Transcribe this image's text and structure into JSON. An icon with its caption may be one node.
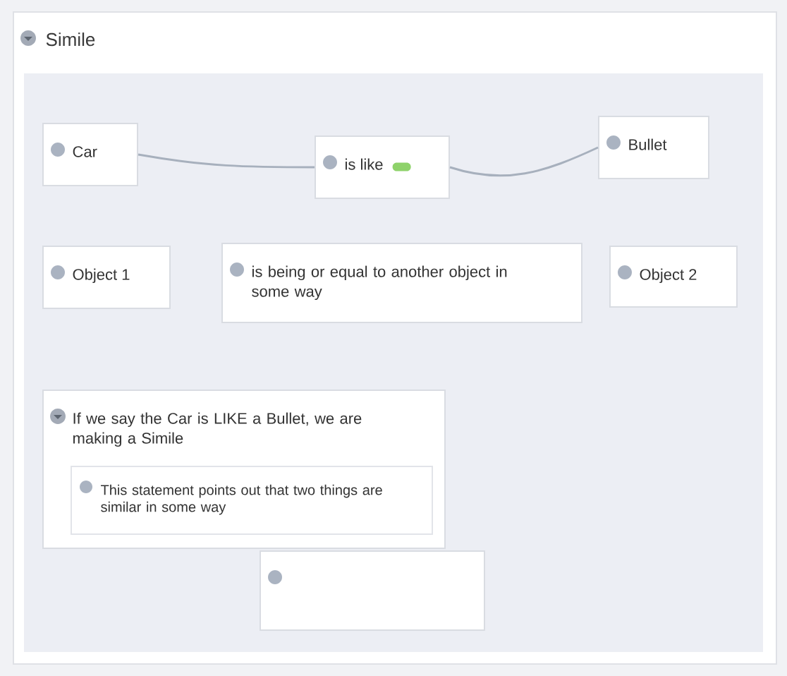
{
  "diagram": {
    "nodes": [
      {
        "text": [
          "Simile"
        ]
      },
      {
        "text": [
          "Car"
        ],
        "in": 0
      },
      {
        "text": [
          "is like"
        ],
        "in": 0
      },
      {
        "text": [
          "Bullet"
        ],
        "in": 0
      },
      {
        "text": [
          "Object 1"
        ],
        "in": 0
      },
      {
        "text": [
          "is being or equal to another object in some way"
        ],
        "in": 0
      },
      {
        "text": [
          "Object 2"
        ],
        "in": 0
      },
      {
        "text": [
          "If we say the Car is LIKE a Bullet, we are making a Simile"
        ],
        "in": 0
      },
      {
        "text": [
          "This statement points out that two things are similar in some way"
        ],
        "in": 7
      },
      {
        "text": [],
        "shape": "box",
        "in": 0
      }
    ],
    "edges": [
      {
        "from": 1,
        "to": 2,
        "arrow": "none"
      },
      {
        "from": 2,
        "to": 3,
        "arrow": "none"
      }
    ]
  }
}
